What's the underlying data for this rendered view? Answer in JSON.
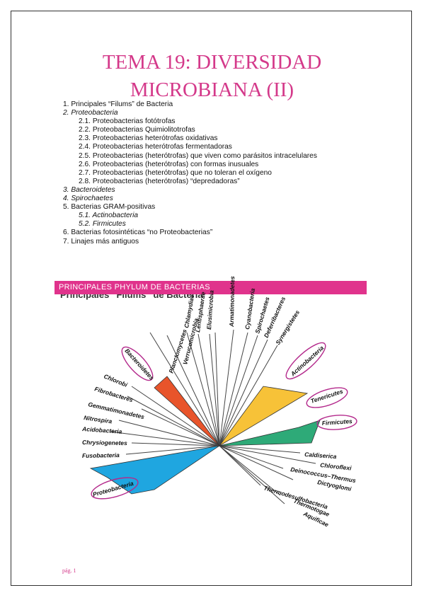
{
  "title": {
    "line1": "TEMA 19: DIVERSIDAD",
    "line2": "MICROBIANA (II)"
  },
  "toc": {
    "items": [
      "1. Principales “Filums” de Bacteria",
      "2. Proteobacteria",
      "2.1. Proteobacterias fotótrofas",
      "2.2. Proteobacterias Quimiolitotrofas",
      "2.3. Proteobacterias heterótrofas oxidativas",
      "2.4. Proteobacterias heterótrofas fermentadoras",
      "2.5. Proteobacterias (heterótrofas) que viven como parásitos intracelulares",
      "2.6. Proteobacterias (heterótrofas) con formas inusuales",
      "2.7. Proteobacterias (heterótrofas) que no toleran el oxígeno",
      "2.8. Proteobacterias (heterótrofas) “depredadoras”",
      "3. Bacteroidetes",
      "4. Spirochaetes",
      "5. Bacterias GRAM-positivas",
      "5.1. Actinobacteria",
      "5.2. Firmicutes",
      "6. Bacterias fotosintéticas “no Proteobacterias”",
      "7. Linajes más antiguos"
    ]
  },
  "section": {
    "heading": "PRINCIPALES PHYLUM DE BACTERIAS"
  },
  "figure": {
    "caption": "Principales “Filums” de Bacteria",
    "labels": {
      "bacteroidetes": "Bacteroidetes",
      "planctomycetes": "Planctomycetes",
      "verrucomicrobia": "Verrucomicrobia",
      "chlamydiae": "Chlamydiae",
      "lentisphaerae": "Lentisphaerae",
      "elusimicrobia": "Elusimicrobia",
      "armatimonadetes": "Armatimonadetes",
      "cyanobacteria": "Cyanobacteria",
      "spirochaetes": "Spirochaetes",
      "deferribacteres": "Deferribacteres",
      "synergistetes": "Synergistetes",
      "actinobacteria": "Actinobacteria",
      "tenericutes": "Tenericutes",
      "firmicutes": "Firmicutes",
      "chlorobi": "Chlorobi",
      "fibrobacteres": "Fibrobacteres",
      "gemmatimonadetes": "Gemmatimonadetes",
      "nitrospira": "Nitrospira",
      "acidobacteria": "Acidobacteria",
      "chrysiogenetes": "Chrysiogenetes",
      "fusobacteria": "Fusobacteria",
      "proteobacteria": "Proteobacteria",
      "caldiserica": "Caldiserica",
      "chloroflexi": "Chloroflexi",
      "deinococcus": "Deinococcus–Thermus",
      "dictyoglomi": "Dictyoglomi",
      "thermodesulfobacteria": "Thermodesulfobacteria",
      "thermotogae": "Thermotogae",
      "aquificae": "Aquificae"
    },
    "colors": {
      "bacteroidetes": "#e8542b",
      "actinobacteria": "#f7c238",
      "firmicutes": "#2eaa78",
      "proteobacteria": "#1fa6e0",
      "highlight": "#b42a8c"
    }
  },
  "footer": {
    "page": "pág. 1"
  }
}
